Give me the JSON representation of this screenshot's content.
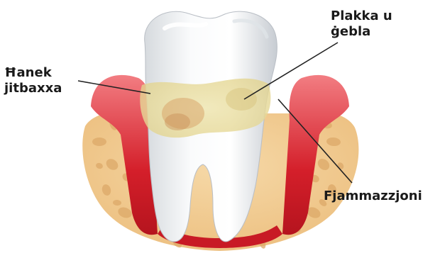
{
  "labels": {
    "gums_line1": "Ħanek",
    "gums_line2": "jitbaxxa",
    "plaque_line1": "Plakka u",
    "plaque_line2": "ġebla",
    "inflammation": "Fjammazzjoni"
  },
  "colors": {
    "bone": "#f2cc94",
    "bone_pore": "#dca868",
    "gum": "#d8202c",
    "gum_light": "#ef6a70",
    "tooth": "#f4f6f8",
    "tooth_shade": "#c9ced4",
    "plaque": "#e9dfa6",
    "tartar": "#d9a56c",
    "leader": "#222222"
  }
}
